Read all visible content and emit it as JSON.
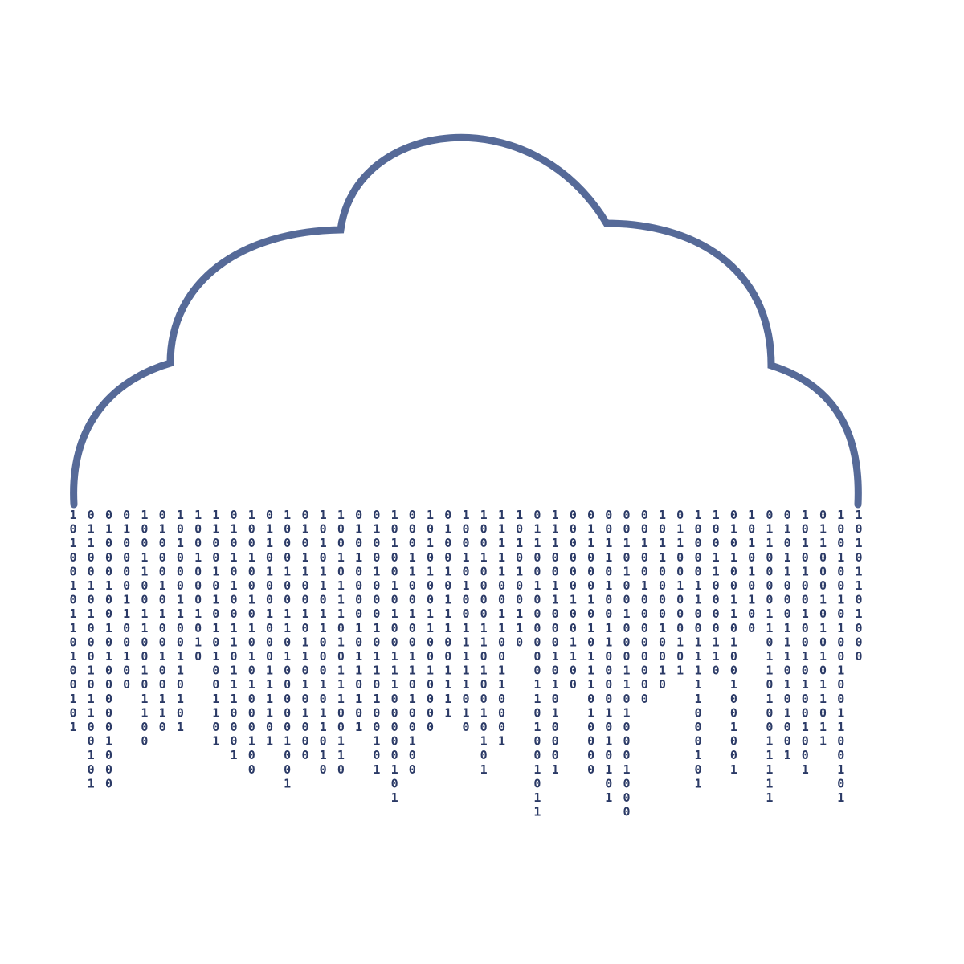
{
  "colors": {
    "background": "#ffffff",
    "cloud_stroke": "#566a98",
    "digits": "#2b3a66"
  },
  "icon": "cloud-binary-rain-icon",
  "binary_columns": [
    "1010010110100101",
    "01100101000101100101",
    "01000100101000001000",
    "0100001100100",
    "10011001100101100",
    "0100010100100110",
    "1010001100110101",
    "10010001010",
    "11001010101001101",
    "010101001101110001",
    "1001001010101000100",
    "01101001000111101",
    "10001001101000001001",
    "010110010110101000",
    "1010110110001011010",
    "1001011101011100110",
    "0101000010110101",
    "0100100010110100101",
    "101001010011100000101",
    "0001100100110100100",
    "1010100110010000",
    "010010111001111",
    "1001010011111010",
    "1001000011010010101",
    "11111001100110001",
    "1010100110",
    "0110010000001101001011",
    "1110011000101010001",
    "0000001001100",
    "0110001010111010000",
    "001101001100001010101",
    "0010100100011010001000",
    "00100100000000",
    "1011000010010",
    "011001000101",
    "10000110011111000101",
    "100110000110",
    "0101001101001001001",
    "101010100",
    "011000011011010011111",
    "010110001110101001",
    "1010100100101001001",
    "01100010101011011",
    "100100101001001100101",
    "10101101000"
  ]
}
